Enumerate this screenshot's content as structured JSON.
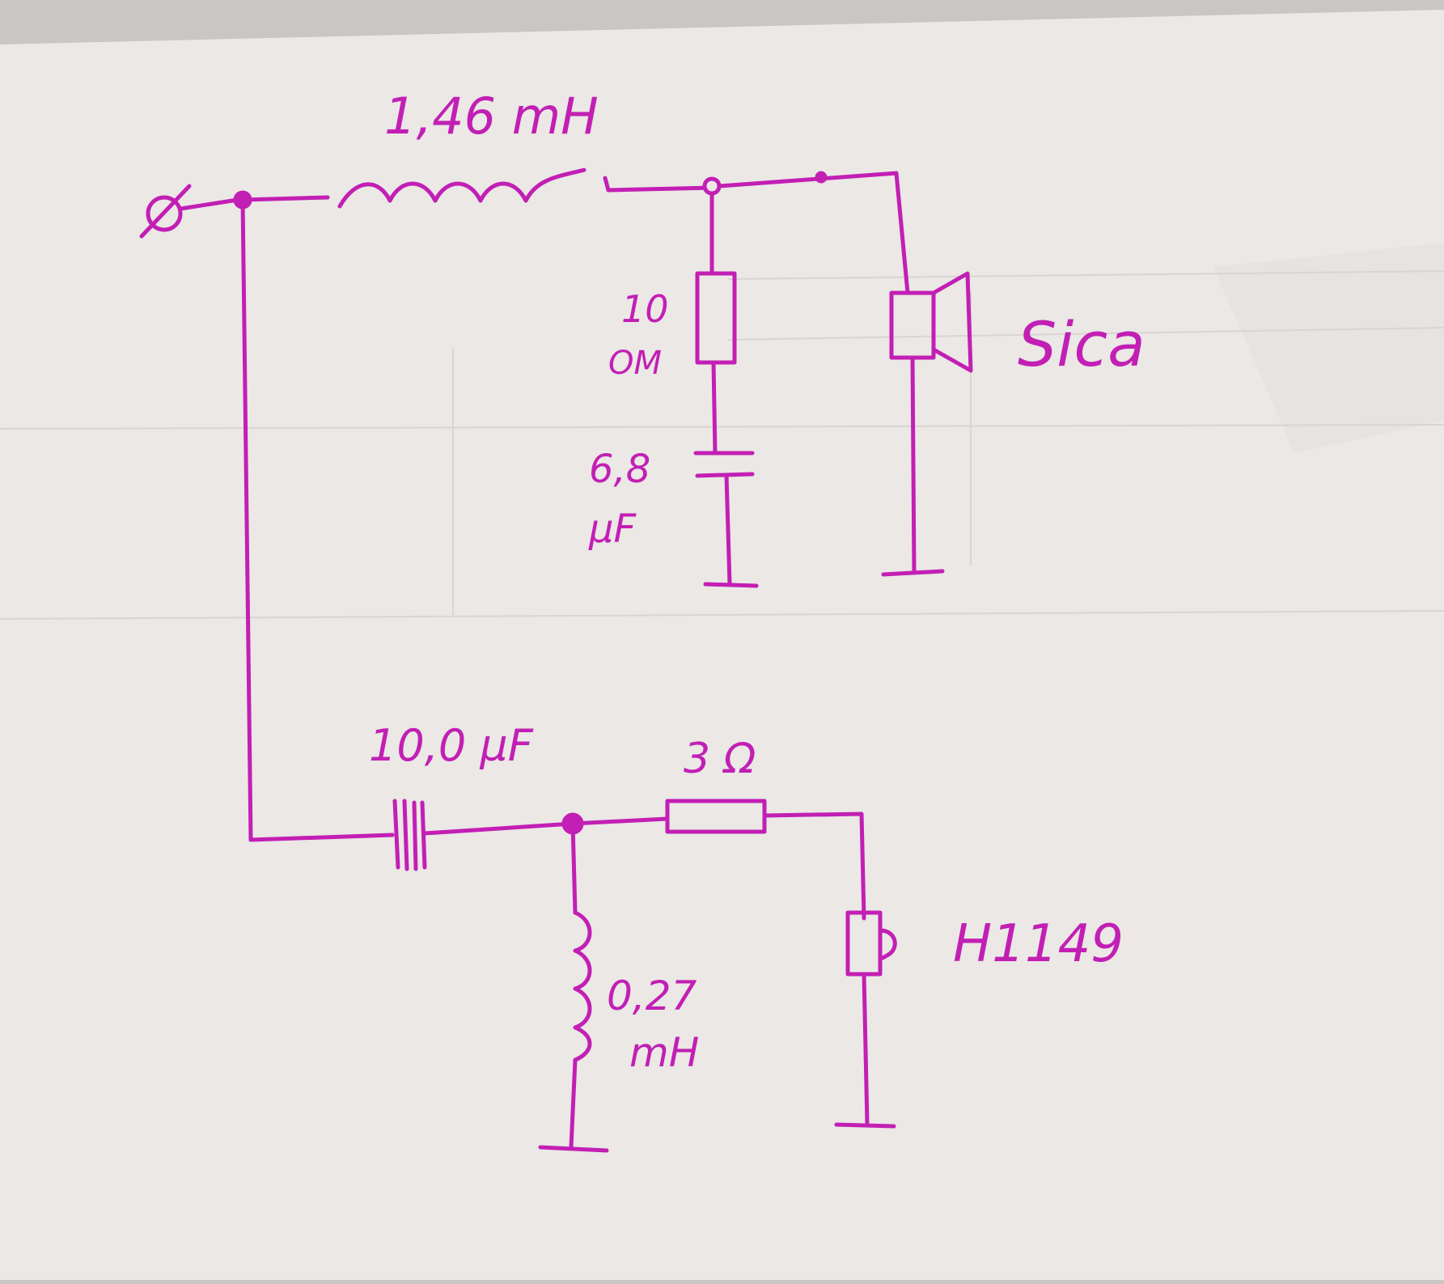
{
  "colors": {
    "ink": "#c21fb4",
    "paper": "#ebe8e6",
    "paper_shadow": "#b5b2b0",
    "faint_print": "#d3d0ce"
  },
  "labels": {
    "l1": "1,46 mH",
    "r1": [
      "10",
      "OM"
    ],
    "c1": [
      "6,8",
      "µF"
    ],
    "tweeter": "Sica",
    "c2": "10,0 µF",
    "r2": "3 Ω",
    "l2": [
      "0,27",
      "mH"
    ],
    "woofer": "H1149"
  }
}
